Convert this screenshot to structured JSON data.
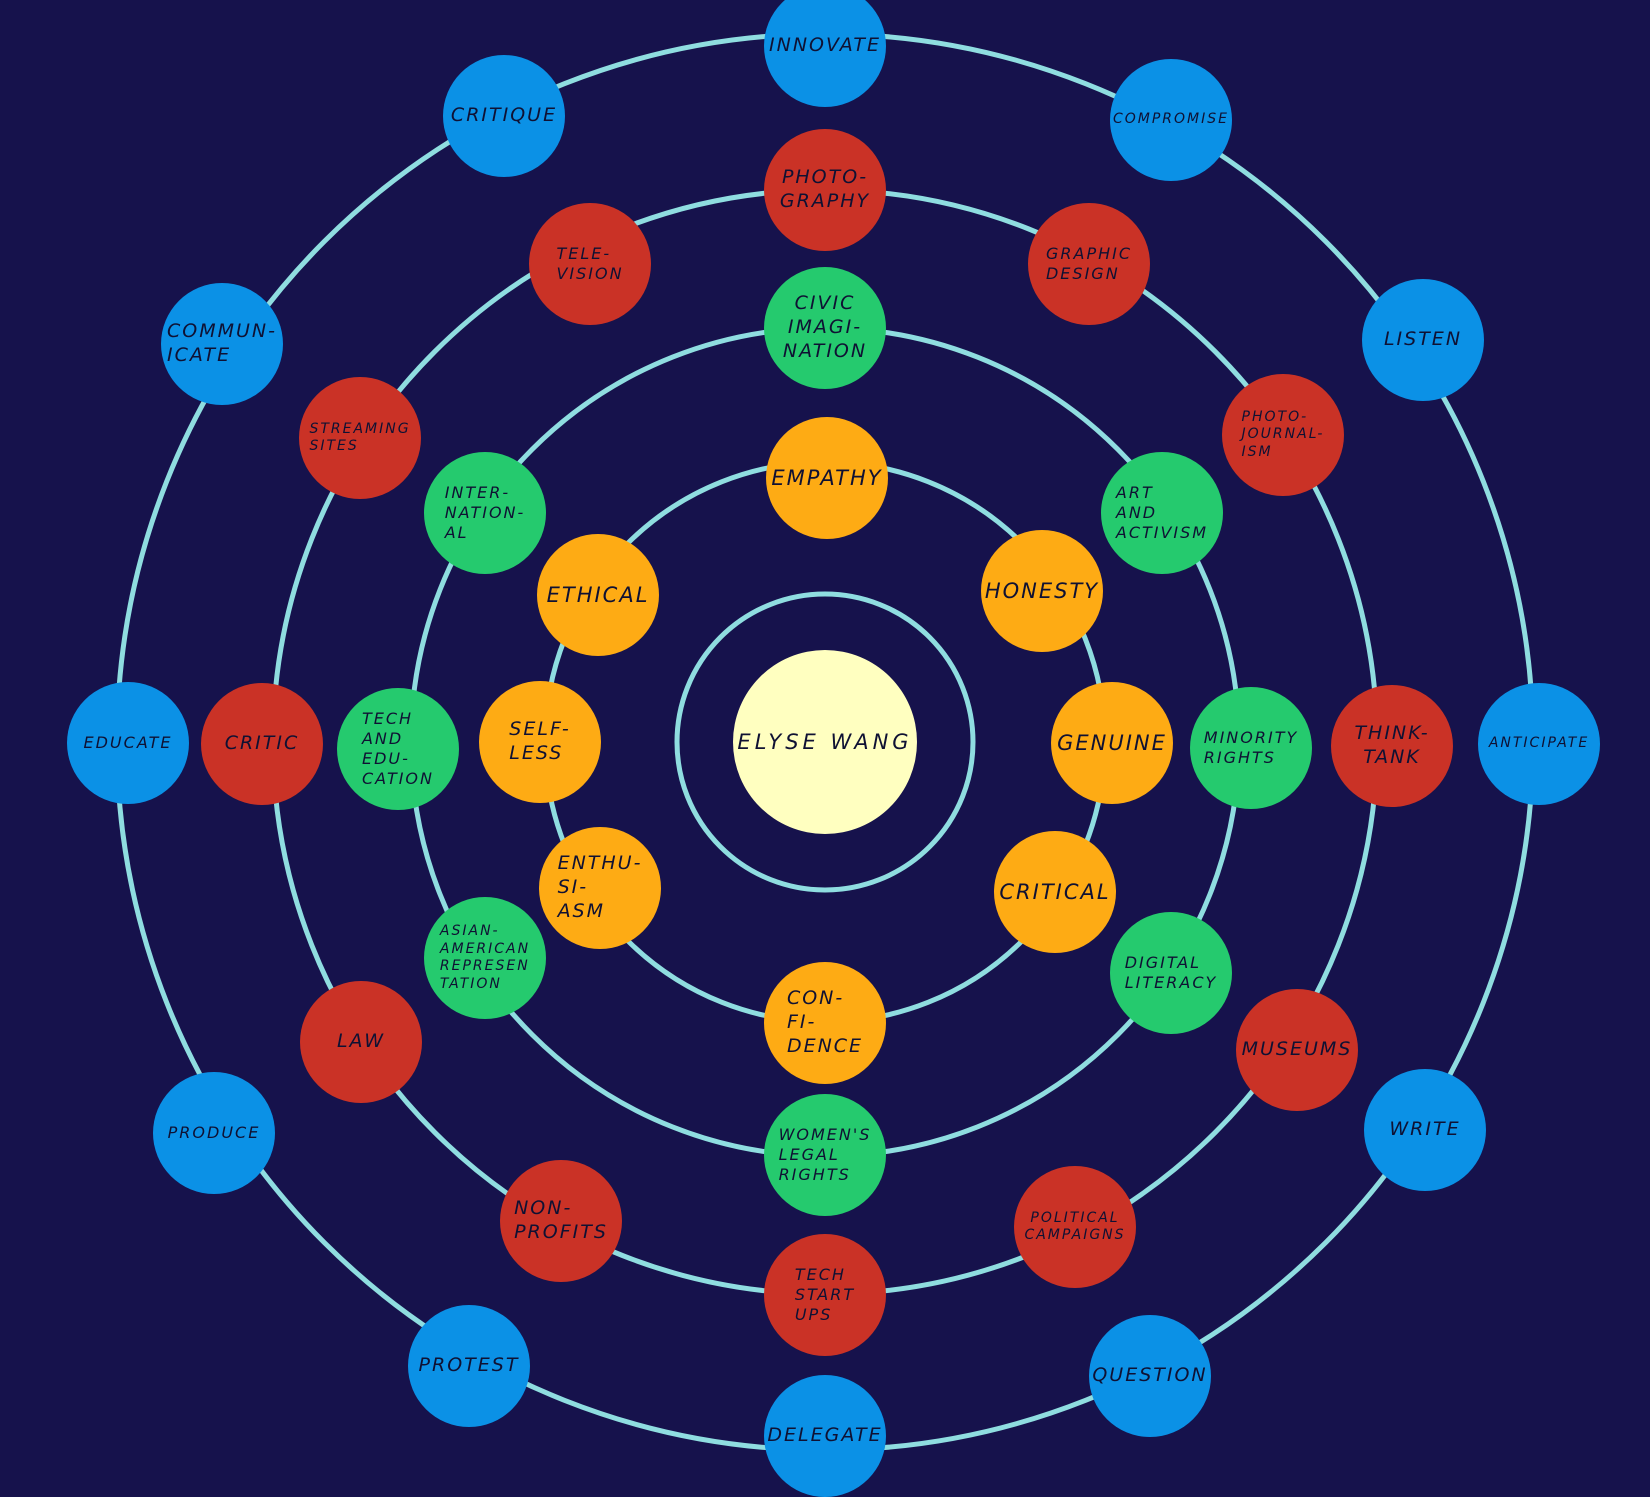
{
  "center": {
    "label": "ELYSE WANG",
    "color": "#ffffc0"
  },
  "ring_color": "#8fdde0",
  "colors": {
    "values": "#feab14",
    "topics": "#25ca6e",
    "industries": "#ca3226",
    "skills": "#0b91e6",
    "background": "#16124c"
  },
  "values": [
    {
      "label": "EMPATHY"
    },
    {
      "label": "HONESTY"
    },
    {
      "label": "GENUINE"
    },
    {
      "label": "CRITICAL"
    },
    {
      "label": "CON-\nFI-\nDENCE"
    },
    {
      "label": "ENTHU-\nSI-\nASM"
    },
    {
      "label": "SELF-\nLESS"
    },
    {
      "label": "ETHICAL"
    }
  ],
  "topics": [
    {
      "label": "CIVIC\nIMAGI-\nNATION"
    },
    {
      "label": "ART\nAND\nACTIVISM"
    },
    {
      "label": "MINORITY\nRIGHTS"
    },
    {
      "label": "DIGITAL\nLITERACY"
    },
    {
      "label": "WOMEN'S\nLEGAL\nRIGHTS"
    },
    {
      "label": "ASIAN-\nAMERICAN\nREPRESEN\nTATION"
    },
    {
      "label": "TECH\nAND\nEDU-\nCATION"
    },
    {
      "label": "INTER-\nNATION-\nAL"
    }
  ],
  "industries": [
    {
      "label": "PHOTO-\nGRAPHY"
    },
    {
      "label": "GRAPHIC\nDESIGN"
    },
    {
      "label": "PHOTO-\nJOURNAL-\nISM"
    },
    {
      "label": "THINK-\nTANK"
    },
    {
      "label": "Museums"
    },
    {
      "label": "POLITICAL\nCAMPAIGNS"
    },
    {
      "label": "Tech\nstart\nups"
    },
    {
      "label": "NON-\nPROFITS"
    },
    {
      "label": "LAW"
    },
    {
      "label": "CRITIC"
    },
    {
      "label": "Streaming\nsites"
    },
    {
      "label": "TELE-\nVISION"
    }
  ],
  "skills": [
    {
      "label": "INNOVATE"
    },
    {
      "label": "COMPROMISE"
    },
    {
      "label": "LISTEN"
    },
    {
      "label": "ANTICIPATE"
    },
    {
      "label": "WRITE"
    },
    {
      "label": "QUESTION"
    },
    {
      "label": "DELEGATE"
    },
    {
      "label": "PROTEST"
    },
    {
      "label": "PRODUCE"
    },
    {
      "label": "EDUCATE"
    },
    {
      "label": "Commun-\nicate"
    },
    {
      "label": "CRITIQUE"
    }
  ]
}
